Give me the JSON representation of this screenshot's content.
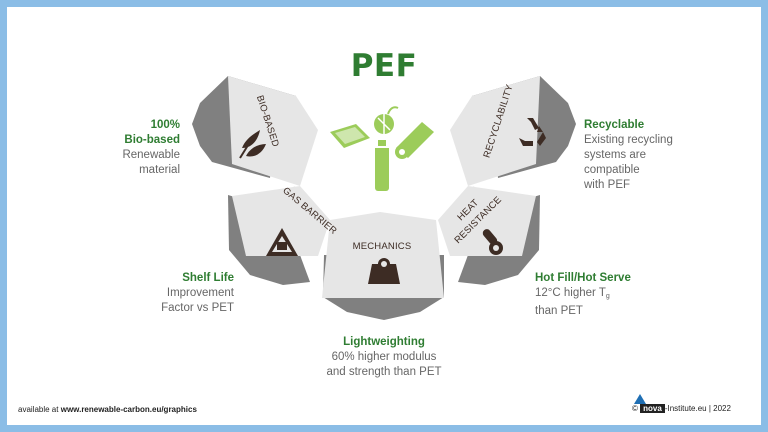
{
  "title": "PEF",
  "segments": {
    "bio_based": "BIO-BASED",
    "gas_barrier": "GAS BARRIER",
    "mechanics": "MECHANICS",
    "heat_resistance_1": "HEAT",
    "heat_resistance_2": "RESISTANCE",
    "recyclability": "RECYCLABILITY"
  },
  "callouts": {
    "bio": {
      "h1": "100%",
      "h2": "Bio-based",
      "l1": "Renewable",
      "l2": "material"
    },
    "shelf": {
      "h": "Shelf Life",
      "l1": "Improvement",
      "l2": "Factor vs PET"
    },
    "light": {
      "h": "Lightweighting",
      "l1": "60% higher modulus",
      "l2": "and strength than PET"
    },
    "hot": {
      "h": "Hot Fill/Hot Serve",
      "l1_pre": "12°C higher T",
      "l1_sub": "g",
      "l2": "than PET"
    },
    "recyclable": {
      "h": "Recyclable",
      "l1": "Existing recycling",
      "l2": "systems are",
      "l3": "compatible",
      "l4": "with PEF"
    }
  },
  "footer": {
    "available_prefix": "available at",
    "available_url": "www.renewable-carbon.eu/graphics",
    "copyright_symbol": "©",
    "logo_text": "nova",
    "org_suffix": "-Institute.eu | 2022"
  },
  "colors": {
    "frame": "#8bbde6",
    "green": "#2f7d32",
    "light_green": "#9ccc5a",
    "segment_fill": "#e6e6e6",
    "shadow": "#808080",
    "icon_brown": "#3d2c24"
  },
  "icons": [
    "leaves-icon",
    "hazard-box-icon",
    "weight-icon",
    "thermometer-icon",
    "recycle-icon",
    "tray-icon",
    "coconut-icon",
    "bottle-icon",
    "film-roll-icon"
  ]
}
